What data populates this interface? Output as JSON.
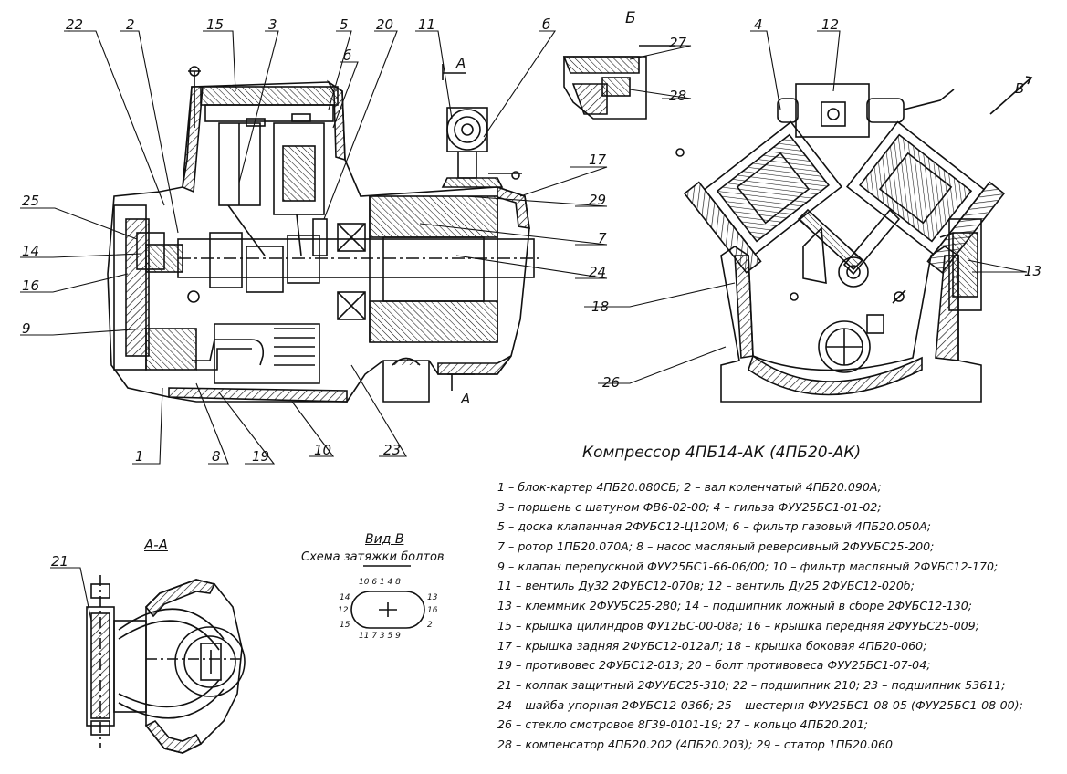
{
  "title": "Компрессор 4ПБ14-АК (4ПБ20-АК)",
  "callouts_main": [
    "22",
    "2",
    "15",
    "3",
    "5",
    "б",
    "20",
    "11",
    "б",
    "25",
    "14",
    "16",
    "9",
    "1",
    "8",
    "19",
    "10",
    "23",
    "17",
    "29",
    "7",
    "24",
    "А",
    "А"
  ],
  "callouts_front": [
    "4",
    "12",
    "В",
    "13",
    "18",
    "26"
  ],
  "detail_b": {
    "title": "Б",
    "labels": [
      "27",
      "28"
    ]
  },
  "section_aa": {
    "title": "А-А",
    "label": "21"
  },
  "view_b": {
    "title": "Вид В",
    "subtitle": "Схема затяжки болтов",
    "top_numbers": "10 6 1 4 8",
    "bottom_numbers": "11 7 3 5 9",
    "left_numbers": [
      "14",
      "12",
      "15"
    ],
    "right_numbers": [
      "13",
      "16",
      "2"
    ]
  },
  "legend": [
    "1 – блок-картер 4ПБ20.080СБ; 2 – вал коленчатый 4ПБ20.090А;",
    "3 – поршень с шатуном ФВ6-02-00; 4 – гильза ФУУ25БС1-01-02;",
    "5 – доска клапанная 2ФУБС12-Ц120М; 6 – фильтр газовый 4ПБ20.050А;",
    "7 – ротор 1ПБ20.070А; 8 – насос масляный реверсивный 2ФУУБС25-200;",
    "9 – клапан перепускной ФУУ25БС1-66-06/00; 10 – фильтр масляный 2ФУБС12-170;",
    "11 – вентиль Ду32 2ФУБС12-070в; 12 – вентиль Ду25 2ФУБС12-020б;",
    "13 – клеммник 2ФУУБС25-280; 14 – подшипник ложный в сборе 2ФУБС12-130;",
    "15 – крышка цилиндров ФУ12БС-00-08а; 16 – крышка передняя 2ФУУБС25-009;",
    "17 – крышка задняя 2ФУБС12-012аЛ; 18 – крышка боковая 4ПБ20-060;",
    "19 – противовес 2ФУБС12-013; 20 – болт противовеса ФУУ25БС1-07-04;",
    "21 – колпак защитный 2ФУУБС25-310; 22 – подшипник 210; 23 – подшипник 53611;",
    "24 – шайба упорная 2ФУБС12-036б; 25 – шестерня ФУУ25БС1-08-05 (ФУУ25БС1-08-00);",
    "26 – стекло смотровое 8Г39-0101-19; 27 – кольцо 4ПБ20.201;",
    "28 – компенсатор 4ПБ20.202 (4ПБ20.203); 29 – статор 1ПБ20.060"
  ]
}
